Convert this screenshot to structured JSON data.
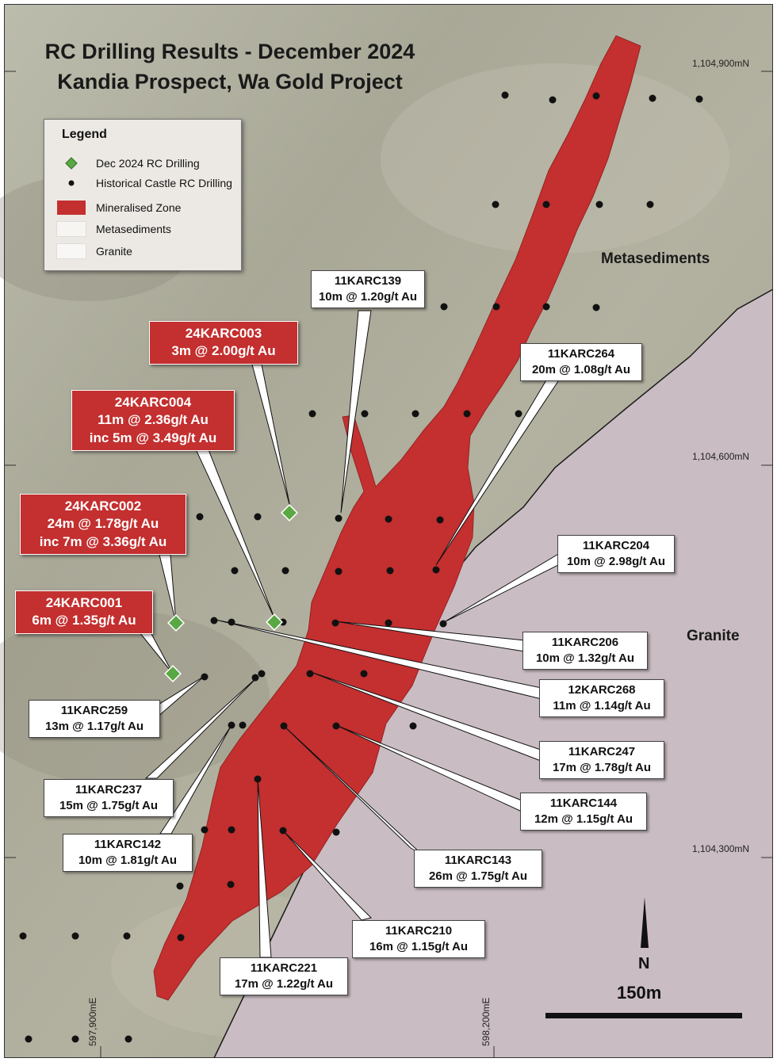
{
  "title": {
    "line1": "RC Drilling Results - December 2024",
    "line2": "Kandia Prospect, Wa Gold Project"
  },
  "legend": {
    "heading": "Legend",
    "items": [
      {
        "label": "Dec 2024 RC Drilling",
        "icon": "green-diamond-icon"
      },
      {
        "label": "Historical Castle RC Drilling",
        "icon": "black-dot-icon"
      },
      {
        "label": "Mineralised Zone",
        "icon": "red-swatch-icon"
      },
      {
        "label": "Metasediments",
        "icon": "light-swatch-icon"
      },
      {
        "label": "Granite",
        "icon": "light-swatch-icon"
      }
    ]
  },
  "regions": {
    "metasediments": "Metasediments",
    "granite": "Granite"
  },
  "coordinates": {
    "northings": [
      "1,104,900mN",
      "1,104,600mN",
      "1,104,300mN"
    ],
    "eastings": [
      "597,900mE",
      "598,200mE"
    ]
  },
  "north_arrow": "N",
  "scale_bar": "150m",
  "colors": {
    "mineralised_zone": "#c42f2f",
    "granite": "#c9bcc2",
    "metasediments": "#a8a697",
    "dec_2024_hole": "#5aa843",
    "historical_hole": "#111111"
  },
  "callouts": [
    {
      "hole": "24KARC003",
      "result": "3m @ 2.00g/t Au",
      "extra": "",
      "style": "red"
    },
    {
      "hole": "24KARC004",
      "result": "11m @ 2.36g/t Au",
      "extra": "inc 5m @ 3.49g/t Au",
      "style": "red"
    },
    {
      "hole": "24KARC002",
      "result": "24m @ 1.78g/t Au",
      "extra": "inc 7m @ 3.36g/t Au",
      "style": "red"
    },
    {
      "hole": "24KARC001",
      "result": "6m @ 1.35g/t Au",
      "extra": "",
      "style": "red"
    },
    {
      "hole": "11KARC139",
      "result": "10m @ 1.20g/t Au",
      "extra": "",
      "style": "white"
    },
    {
      "hole": "11KARC264",
      "result": "20m @ 1.08g/t Au",
      "extra": "",
      "style": "white"
    },
    {
      "hole": "11KARC204",
      "result": "10m @ 2.98g/t Au",
      "extra": "",
      "style": "white"
    },
    {
      "hole": "11KARC206",
      "result": "10m @ 1.32g/t Au",
      "extra": "",
      "style": "white"
    },
    {
      "hole": "12KARC268",
      "result": "11m @ 1.14g/t Au",
      "extra": "",
      "style": "white"
    },
    {
      "hole": "11KARC247",
      "result": "17m @ 1.78g/t Au",
      "extra": "",
      "style": "white"
    },
    {
      "hole": "11KARC144",
      "result": "12m @ 1.15g/t Au",
      "extra": "",
      "style": "white"
    },
    {
      "hole": "11KARC143",
      "result": "26m @ 1.75g/t Au",
      "extra": "",
      "style": "white"
    },
    {
      "hole": "11KARC210",
      "result": "16m @ 1.15g/t Au",
      "extra": "",
      "style": "white"
    },
    {
      "hole": "11KARC221",
      "result": "17m @ 1.22g/t Au",
      "extra": "",
      "style": "white"
    },
    {
      "hole": "11KARC142",
      "result": "10m @ 1.81g/t Au",
      "extra": "",
      "style": "white"
    },
    {
      "hole": "11KARC237",
      "result": "15m @ 1.75g/t Au",
      "extra": "",
      "style": "white"
    },
    {
      "hole": "11KARC259",
      "result": "13m @ 1.17g/t Au",
      "extra": "",
      "style": "white"
    }
  ]
}
